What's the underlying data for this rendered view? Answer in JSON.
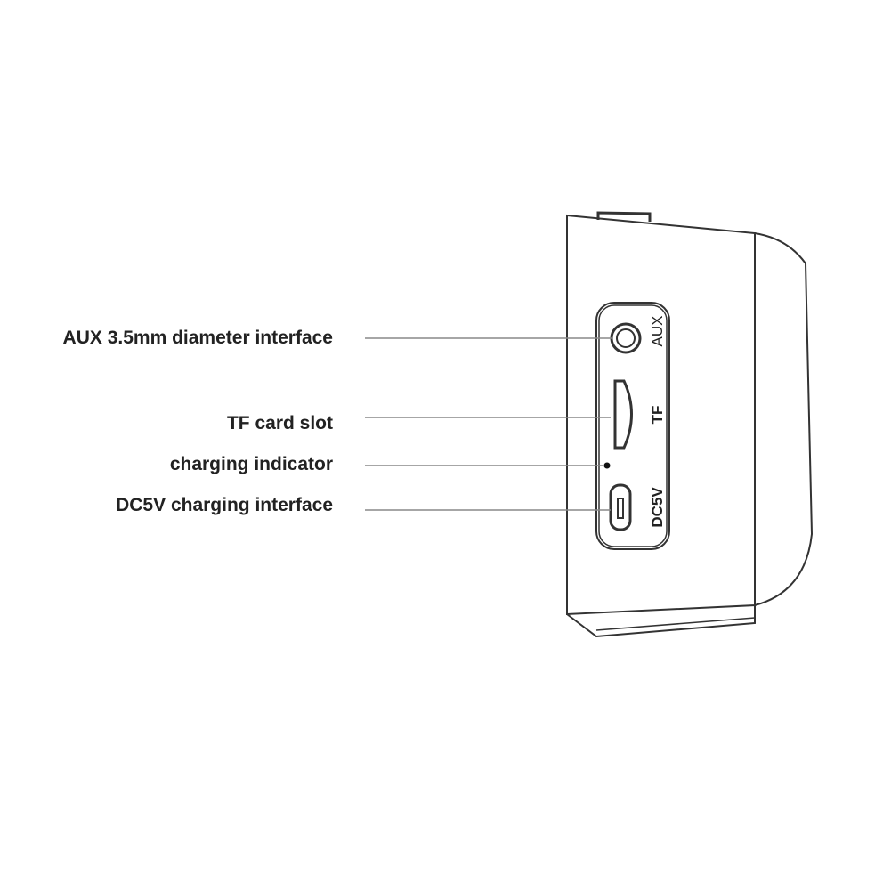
{
  "labels": {
    "aux": "AUX 3.5mm diameter interface",
    "tf": "TF card slot",
    "indicator": "charging indicator",
    "dc": "DC5V charging interface"
  },
  "panel_text": {
    "aux": "AUX",
    "tf": "TF",
    "dc": "DC5V"
  },
  "colors": {
    "line": "#333333",
    "leader": "#888888",
    "text": "#222222"
  }
}
